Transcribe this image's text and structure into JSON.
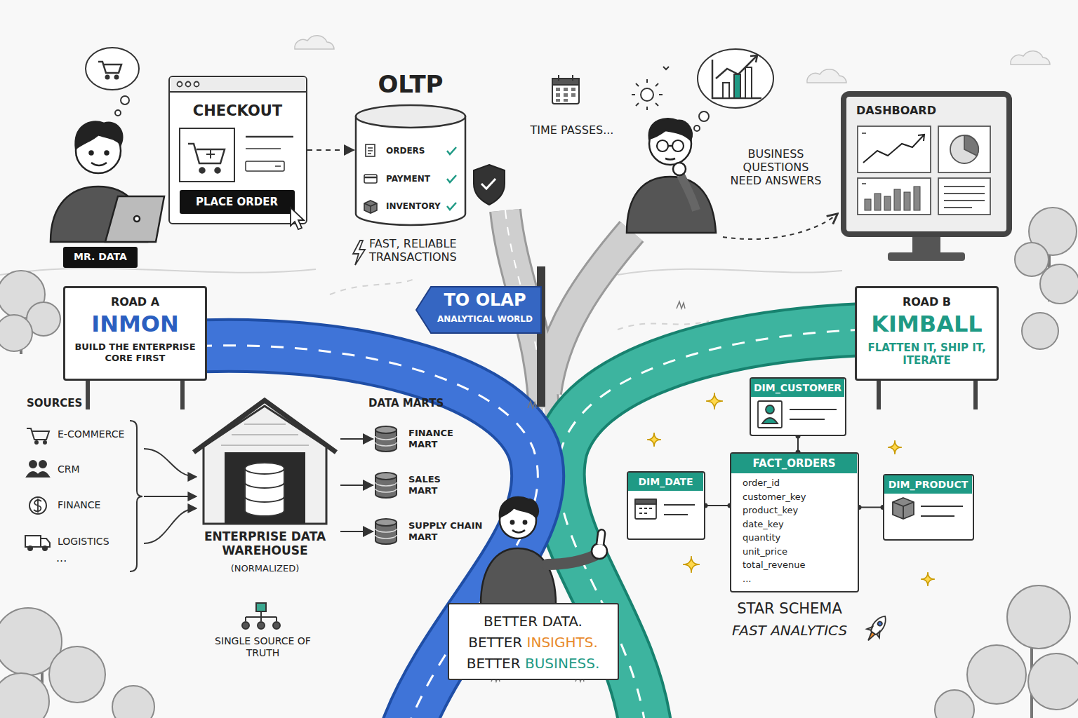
{
  "diagram": {
    "nodes": [
      {
        "text": [
          "MR. DATA"
        ]
      },
      {
        "text": [
          "CHECKOUT"
        ]
      },
      {
        "text": [
          "PLACE ORDER"
        ],
        "in": 1
      },
      {
        "text": [
          "OLTP",
          "ORDERS",
          "PAYMENT",
          "INVENTORY"
        ]
      },
      {
        "text": [
          "DASHBOARD"
        ]
      },
      {
        "text": [
          "ROAD A",
          "INMON",
          "BUILD THE ENTERPRISE CORE FIRST"
        ]
      },
      {
        "text": [
          "TO OLAP",
          "ANALYTICAL WORLD"
        ]
      },
      {
        "text": [
          "ROAD B",
          "KIMBALL",
          "FLATTEN IT, SHIP IT, ITERATE"
        ]
      },
      {
        "text": [
          "DIM_CUSTOMER"
        ]
      },
      {
        "text": [
          "ENTERPRISE DATA WAREHOUSE",
          "(NORMALIZED)"
        ]
      },
      {
        "text": [
          "FINANCE MART"
        ]
      },
      {
        "text": [
          "SALES MART"
        ]
      },
      {
        "text": [
          "SUPPLY CHAIN MART"
        ]
      },
      {
        "text": [
          "FACT_ORDERS",
          "order_id",
          "customer_key",
          "product_key",
          "date_key",
          "quantity",
          "unit_price",
          "total_revenue",
          "..."
        ]
      },
      {
        "text": [
          "DIM_DATE"
        ]
      },
      {
        "text": [
          "DIM_PRODUCT"
        ]
      },
      {
        "text": [
          "BETTER DATA.",
          "BETTER INSIGHTS.",
          "BETTER BUSINESS."
        ]
      }
    ],
    "edges": [
      {
        "from": 1,
        "to": 3,
        "arrow": "to"
      },
      {
        "from": 9,
        "to": 10,
        "arrow": "to"
      },
      {
        "from": 9,
        "to": 11,
        "arrow": "to"
      },
      {
        "from": 9,
        "to": 12,
        "arrow": "to"
      },
      {
        "from": 8,
        "to": 13,
        "arrow": "none"
      },
      {
        "from": 14,
        "to": 13,
        "arrow": "none"
      },
      {
        "from": 13,
        "to": 15,
        "arrow": "none"
      }
    ],
    "labels": [
      "FAST, RELIABLE TRANSACTIONS",
      "TIME PASSES...",
      "BUSINESS QUESTIONS NEED ANSWERS",
      "SOURCES",
      "E-COMMERCE",
      "CRM",
      "FINANCE",
      "LOGISTICS",
      "...",
      "SINGLE SOURCE OF TRUTH",
      "DATA MARTS",
      "STAR SCHEMA",
      "FAST ANALYTICS"
    ]
  }
}
